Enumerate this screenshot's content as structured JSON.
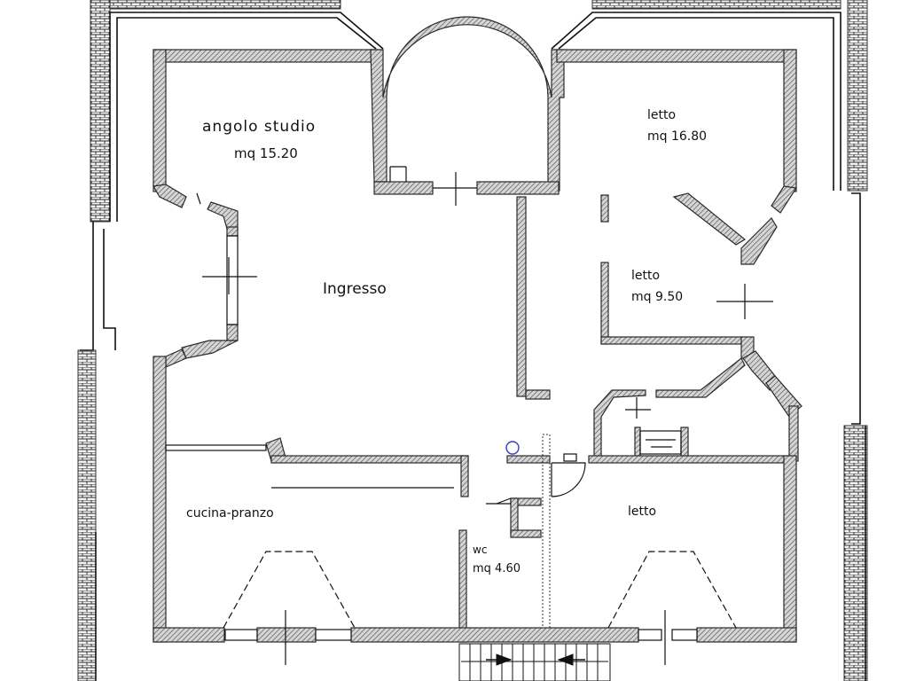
{
  "rooms": {
    "studio": {
      "name": "angolo studio",
      "area": "mq 15.20"
    },
    "ingresso": {
      "name": "Ingresso"
    },
    "letto_1": {
      "name": "letto",
      "area": "mq 16.80"
    },
    "letto_2": {
      "name": "letto",
      "area": "mq 9.50"
    },
    "cucina": {
      "name": "cucina-pranzo"
    },
    "wc": {
      "name": "wc",
      "area": "mq 4.60"
    },
    "letto_3": {
      "name": "letto"
    }
  },
  "colors": {
    "wall_fill": "#c4c4c4",
    "wall_stroke": "#2a2a2a",
    "line": "#111111",
    "accent_circle": "#3a3ac8"
  }
}
